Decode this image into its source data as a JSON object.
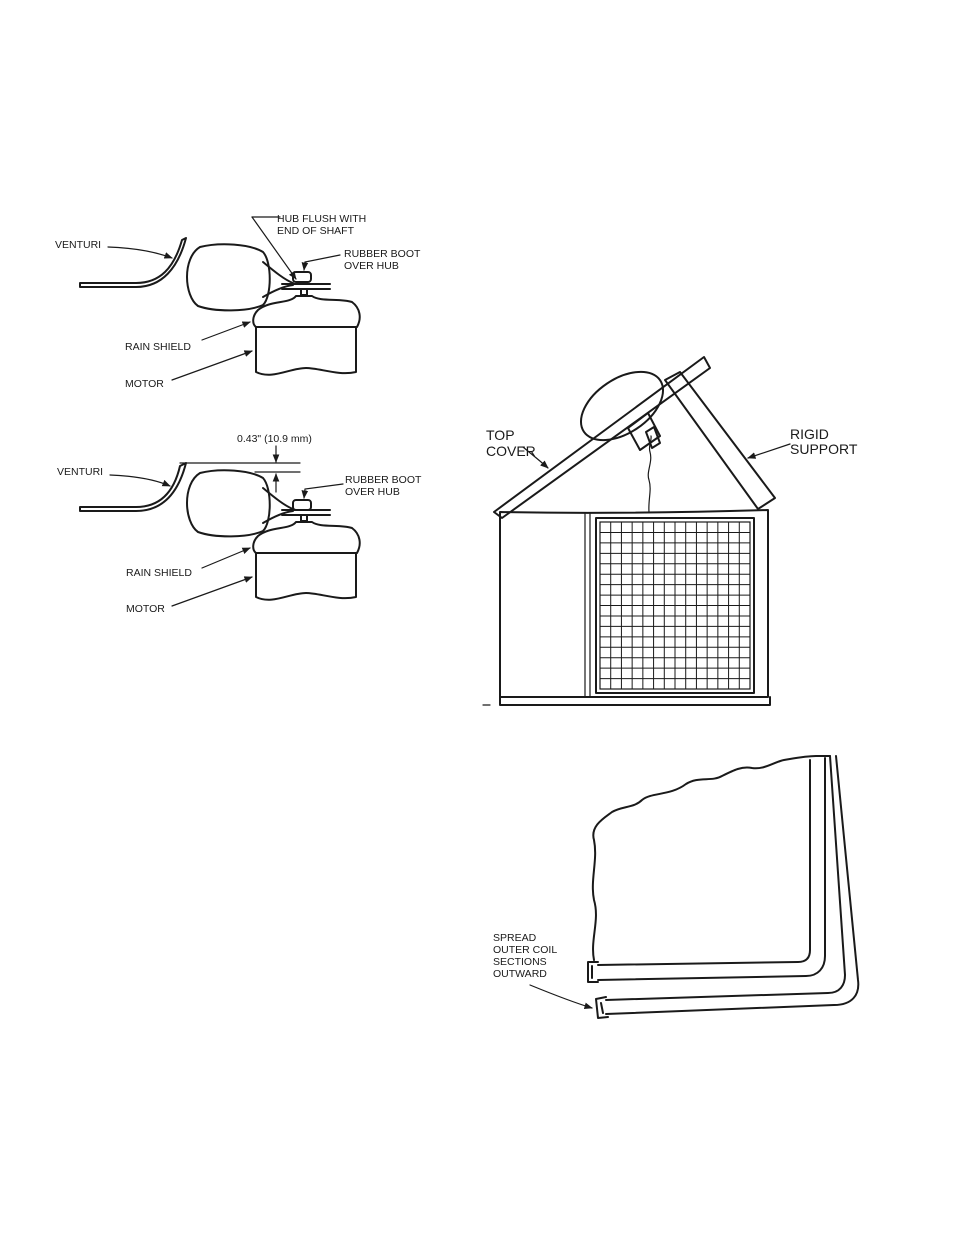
{
  "figure_top": {
    "venturi": "VENTURI",
    "hub_flush_line1": "HUB FLUSH WITH",
    "hub_flush_line2": "END OF SHAFT",
    "rubber_boot_line1": "RUBBER BOOT",
    "rubber_boot_line2": "OVER HUB",
    "rain_shield": "RAIN SHIELD",
    "motor": "MOTOR"
  },
  "figure_bottom": {
    "dimension": "0.43\" (10.9 mm)",
    "venturi": "VENTURI",
    "rubber_boot_line1": "RUBBER BOOT",
    "rubber_boot_line2": "OVER HUB",
    "rain_shield": "RAIN SHIELD",
    "motor": "MOTOR"
  },
  "figure_unit": {
    "top_cover_line1": "TOP",
    "top_cover_line2": "COVER",
    "rigid_support_line1": "RIGID",
    "rigid_support_line2": "SUPPORT"
  },
  "figure_coil": {
    "label_line1": "SPREAD",
    "label_line2": "OUTER COIL",
    "label_line3": "SECTIONS",
    "label_line4": "OUTWARD"
  }
}
